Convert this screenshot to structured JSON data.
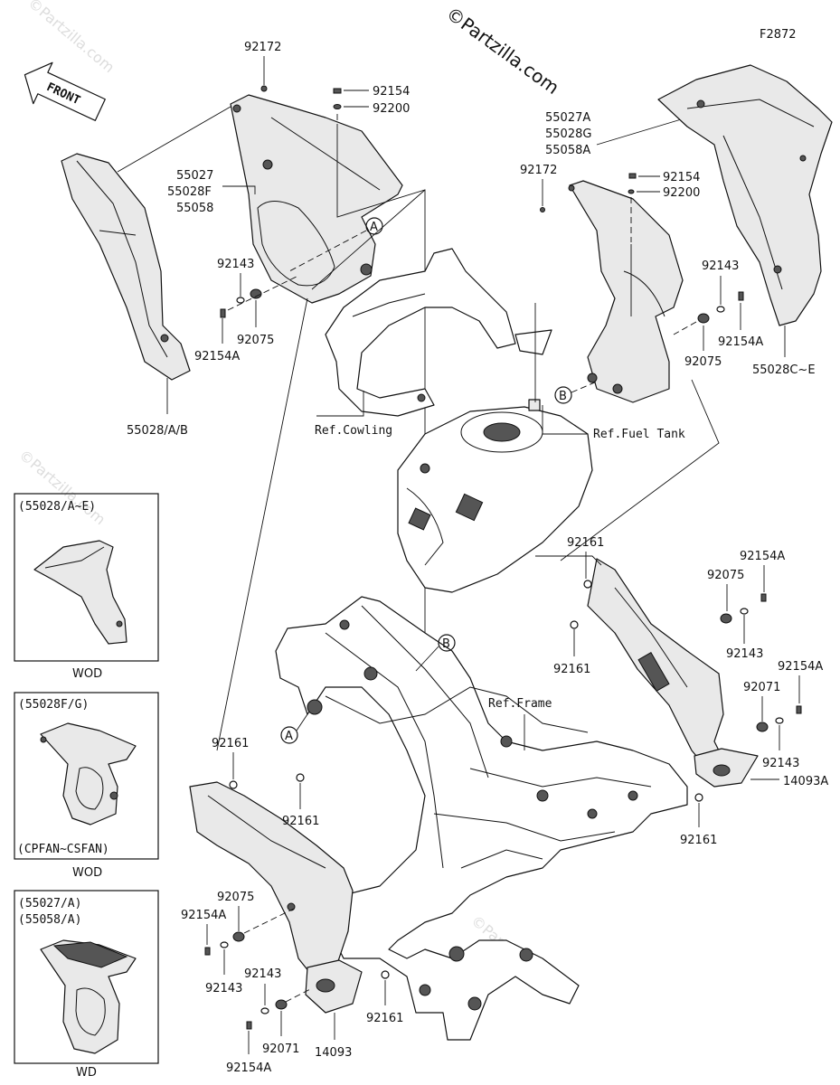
{
  "watermark": "©Partzilla.com",
  "figure_code": "F2872",
  "front_label": "FRONT",
  "callouts": {
    "a": "A",
    "b": "B"
  },
  "refs": {
    "cowling": "Ref.Cowling",
    "fuel_tank": "Ref.Fuel Tank",
    "frame": "Ref.Frame"
  },
  "parts": {
    "p92172_top": "92172",
    "p92154_top": "92154",
    "p92200_top": "92200",
    "p55027": "55027",
    "p55028F": "55028F",
    "p55058": "55058",
    "p92143_l": "92143",
    "p92154A_l": "92154A",
    "p92075_l": "92075",
    "p55028AB": "55028/A/B",
    "p55027A": "55027A",
    "p55028G": "55028G",
    "p55058A": "55058A",
    "p92172_r": "92172",
    "p92154_r": "92154",
    "p92200_r": "92200",
    "p92143_r": "92143",
    "p92154A_r": "92154A",
    "p92075_r": "92075",
    "p55028CE": "55028C~E",
    "p92161_r1": "92161",
    "p92154A_r2": "92154A",
    "p92075_r2": "92075",
    "p92161_r2": "92161",
    "p92143_r2": "92143",
    "p92154A_r3": "92154A",
    "p92071_r": "92071",
    "p92143_r3": "92143",
    "p14093A": "14093A",
    "p92161_r3": "92161",
    "p92161_l1": "92161",
    "p92161_l2": "92161",
    "p92075_l2": "92075",
    "p92154A_l2": "92154A",
    "p92143_l2": "92143",
    "p92143_l3": "92143",
    "p92071_l": "92071",
    "p92161_l3": "92161",
    "p92154A_l3": "92154A",
    "p14093": "14093"
  },
  "insets": [
    {
      "header": "(55028/A~E)",
      "footer": "WOD"
    },
    {
      "header": "(55028F/G)",
      "sub": "(CPFAN~CSFAN)",
      "footer": "WOD"
    },
    {
      "header": "(55027/A)",
      "header2": "(55058/A)",
      "footer": "WD"
    }
  ]
}
